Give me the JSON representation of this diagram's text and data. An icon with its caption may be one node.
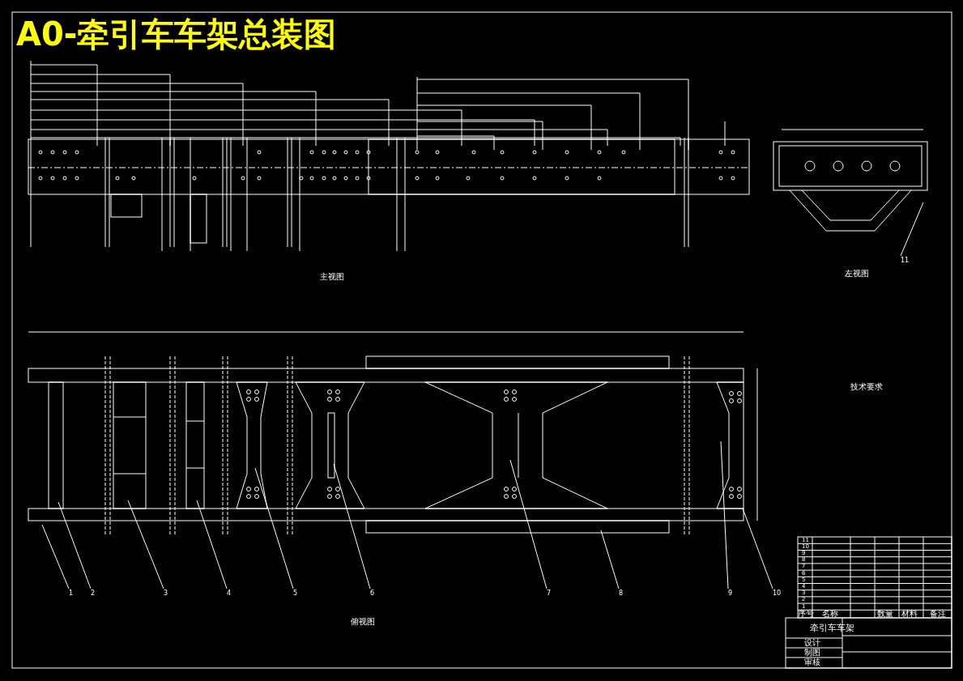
{
  "diagram": {
    "title": "A0-牵引车车架总装图",
    "nodes": [
      {
        "text": [
          "1"
        ]
      },
      {
        "text": [
          "2"
        ]
      },
      {
        "text": [
          "3"
        ]
      },
      {
        "text": [
          "4"
        ]
      },
      {
        "text": [
          "5"
        ]
      },
      {
        "text": [
          "6"
        ]
      },
      {
        "text": [
          "7"
        ]
      },
      {
        "text": [
          "8"
        ]
      },
      {
        "text": [
          "9"
        ]
      },
      {
        "text": [
          "10"
        ]
      },
      {
        "text": [
          "11"
        ]
      }
    ],
    "edges": [
      {
        "from": 0,
        "to": null,
        "arrow": "none"
      },
      {
        "from": 1,
        "to": null,
        "arrow": "none"
      },
      {
        "from": 2,
        "to": null,
        "arrow": "none"
      },
      {
        "from": 3,
        "to": null,
        "arrow": "none"
      },
      {
        "from": 4,
        "to": null,
        "arrow": "none"
      },
      {
        "from": 5,
        "to": null,
        "arrow": "none"
      },
      {
        "from": 6,
        "to": null,
        "arrow": "none"
      },
      {
        "from": 7,
        "to": null,
        "arrow": "none"
      },
      {
        "from": 8,
        "to": null,
        "arrow": "none"
      },
      {
        "from": 9,
        "to": null,
        "arrow": "none"
      },
      {
        "from": 10,
        "to": null,
        "arrow": "none"
      }
    ],
    "labels": [
      "主视图",
      "左视图",
      "俯视图",
      "技术要求",
      "序号",
      "名称",
      "数量",
      "材料",
      "备注",
      "11",
      "10",
      "9",
      "8",
      "7",
      "6",
      "5",
      "4",
      "3",
      "2",
      "1",
      "牵引车车架",
      "设计",
      "制图",
      "审核"
    ]
  }
}
